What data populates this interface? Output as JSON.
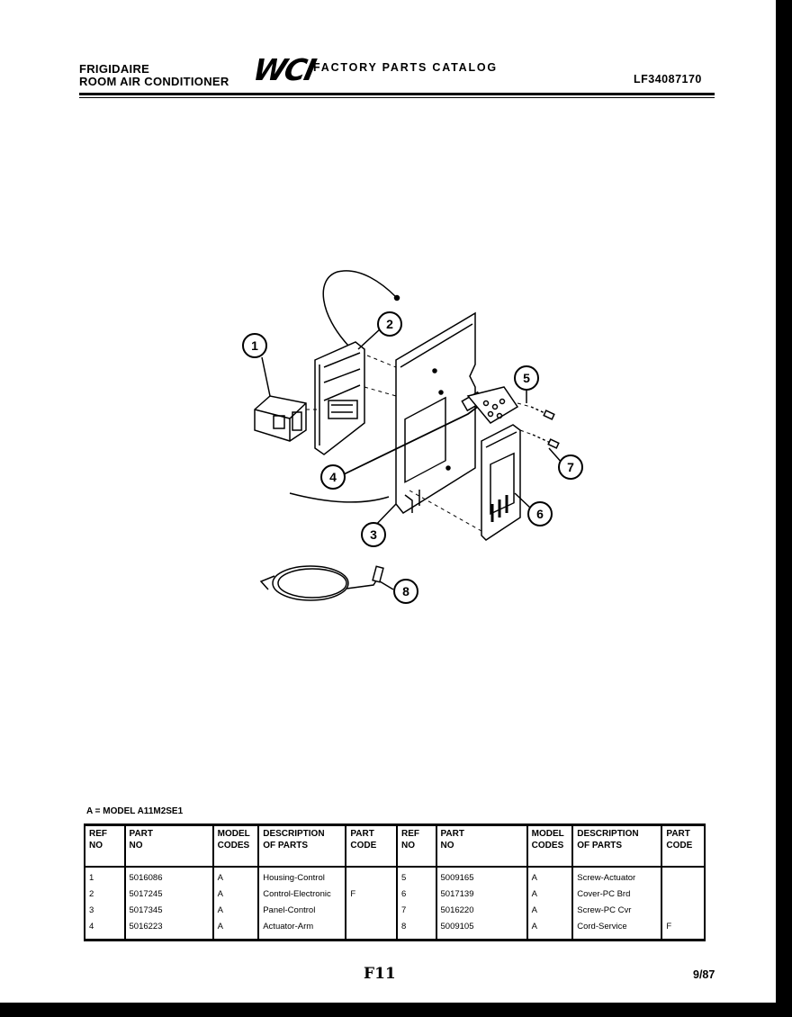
{
  "header": {
    "brand_line1": "FRIGIDAIRE",
    "brand_line2": "ROOM AIR CONDITIONER",
    "logo_text": "WCI",
    "catalog_title": "FACTORY PARTS CATALOG",
    "catalog_number": "LF34087170"
  },
  "diagram": {
    "callouts": [
      "1",
      "2",
      "3",
      "4",
      "5",
      "6",
      "7",
      "8"
    ]
  },
  "model_note": "A = MODEL A11M2SE1",
  "table": {
    "headers": {
      "ref_no": [
        "REF",
        "NO"
      ],
      "part_no": [
        "PART",
        "NO"
      ],
      "model_codes": [
        "MODEL",
        "CODES"
      ],
      "description": [
        "DESCRIPTION",
        "OF PARTS"
      ],
      "part_code": [
        "PART",
        "CODE"
      ]
    },
    "rows": [
      {
        "left": {
          "ref": "1",
          "part": "5016086",
          "model": "A",
          "desc": "Housing-Control",
          "code": ""
        },
        "right": {
          "ref": "5",
          "part": "5009165",
          "model": "A",
          "desc": "Screw-Actuator",
          "code": ""
        }
      },
      {
        "left": {
          "ref": "2",
          "part": "5017245",
          "model": "A",
          "desc": "Control-Electronic",
          "code": "F"
        },
        "right": {
          "ref": "6",
          "part": "5017139",
          "model": "A",
          "desc": "Cover-PC Brd",
          "code": ""
        }
      },
      {
        "left": {
          "ref": "3",
          "part": "5017345",
          "model": "A",
          "desc": "Panel-Control",
          "code": ""
        },
        "right": {
          "ref": "7",
          "part": "5016220",
          "model": "A",
          "desc": "Screw-PC Cvr",
          "code": ""
        }
      },
      {
        "left": {
          "ref": "4",
          "part": "5016223",
          "model": "A",
          "desc": "Actuator-Arm",
          "code": ""
        },
        "right": {
          "ref": "8",
          "part": "5009105",
          "model": "A",
          "desc": "Cord-Service",
          "code": "F"
        }
      }
    ]
  },
  "footer": {
    "page_id": "F11",
    "date": "9/87"
  }
}
